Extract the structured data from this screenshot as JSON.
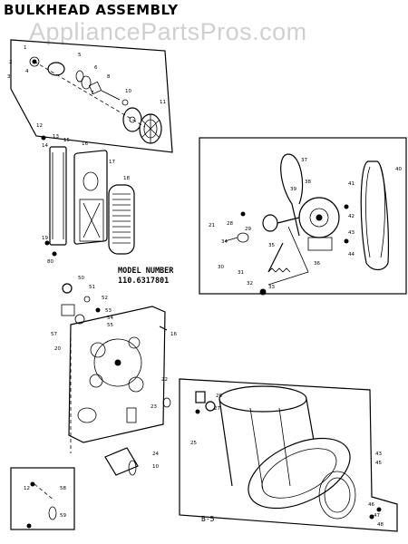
{
  "title": "BULKHEAD ASSEMBLY",
  "watermark": "AppliancePartsPros.com",
  "model": {
    "label": "MODEL NUMBER",
    "number": "110.6317801"
  },
  "page_number": "B-5",
  "part_labels": [
    {
      "id": "p-top-1",
      "text": "1"
    },
    {
      "id": "p-top-2",
      "text": "2"
    },
    {
      "id": "p-top-3",
      "text": "3"
    },
    {
      "id": "p-top-4",
      "text": "4"
    },
    {
      "id": "p-top-5",
      "text": "5"
    },
    {
      "id": "p-top-6",
      "text": "6"
    },
    {
      "id": "p-top-7",
      "text": "7"
    },
    {
      "id": "p-top-8",
      "text": "8"
    },
    {
      "id": "p-top-10",
      "text": "10"
    },
    {
      "id": "p-top-11",
      "text": "11"
    },
    {
      "id": "p-h-12",
      "text": "12"
    },
    {
      "id": "p-h-13",
      "text": "13"
    },
    {
      "id": "p-h-14",
      "text": "14"
    },
    {
      "id": "p-h-15",
      "text": "15"
    },
    {
      "id": "p-h-16",
      "text": "16"
    },
    {
      "id": "p-h-17",
      "text": "17"
    },
    {
      "id": "p-h-18",
      "text": "18"
    },
    {
      "id": "p-h-19",
      "text": "19"
    },
    {
      "id": "p-h-80",
      "text": "80"
    },
    {
      "id": "p-m-37",
      "text": "37"
    },
    {
      "id": "p-m-38",
      "text": "38"
    },
    {
      "id": "p-m-39",
      "text": "39"
    },
    {
      "id": "p-m-40",
      "text": "40"
    },
    {
      "id": "p-m-41",
      "text": "41"
    },
    {
      "id": "p-m-42",
      "text": "42"
    },
    {
      "id": "p-m-43",
      "text": "43"
    },
    {
      "id": "p-m-44",
      "text": "44"
    },
    {
      "id": "p-m-28",
      "text": "28"
    },
    {
      "id": "p-m-29",
      "text": "29"
    },
    {
      "id": "p-m-30",
      "text": "30"
    },
    {
      "id": "p-m-31",
      "text": "31"
    },
    {
      "id": "p-m-32",
      "text": "32"
    },
    {
      "id": "p-m-33",
      "text": "33"
    },
    {
      "id": "p-m-34",
      "text": "34"
    },
    {
      "id": "p-m-35",
      "text": "35"
    },
    {
      "id": "p-m-36",
      "text": "36"
    },
    {
      "id": "p-m-21",
      "text": "21"
    },
    {
      "id": "p-b-50",
      "text": "50"
    },
    {
      "id": "p-b-51",
      "text": "51"
    },
    {
      "id": "p-b-52",
      "text": "52"
    },
    {
      "id": "p-b-53",
      "text": "53"
    },
    {
      "id": "p-b-54",
      "text": "54"
    },
    {
      "id": "p-b-55",
      "text": "55"
    },
    {
      "id": "p-b-57",
      "text": "57"
    },
    {
      "id": "p-b-20",
      "text": "20"
    },
    {
      "id": "p-b-16",
      "text": "16"
    },
    {
      "id": "p-b-22",
      "text": "22"
    },
    {
      "id": "p-b-23",
      "text": "23"
    },
    {
      "id": "p-b-24",
      "text": "24"
    },
    {
      "id": "p-b-10",
      "text": "10"
    },
    {
      "id": "p-d-25",
      "text": "25"
    },
    {
      "id": "p-d-26",
      "text": "26"
    },
    {
      "id": "p-d-27",
      "text": "27"
    },
    {
      "id": "p-d-43",
      "text": "43"
    },
    {
      "id": "p-d-45",
      "text": "45"
    },
    {
      "id": "p-d-46",
      "text": "46"
    },
    {
      "id": "p-d-47",
      "text": "47"
    },
    {
      "id": "p-d-48",
      "text": "48"
    },
    {
      "id": "p-i-12",
      "text": "12"
    },
    {
      "id": "p-i-58",
      "text": "58"
    },
    {
      "id": "p-i-59",
      "text": "59"
    }
  ]
}
